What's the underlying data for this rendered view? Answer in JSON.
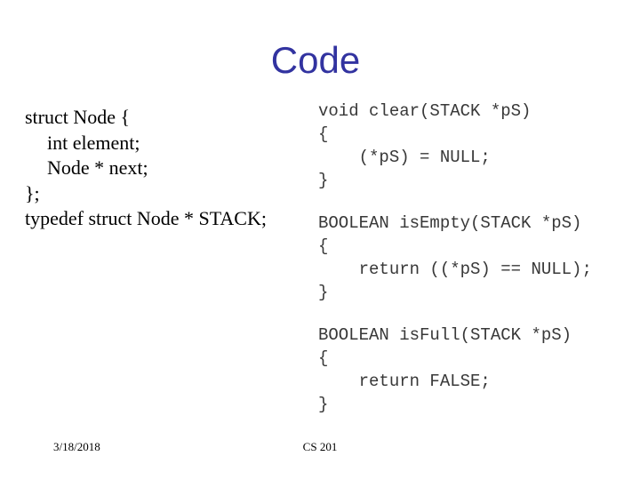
{
  "slide": {
    "title": "Code"
  },
  "colors": {
    "title": "#3233a0",
    "body_text": "#000000",
    "code_text": "#383838",
    "background": "#ffffff"
  },
  "left_code": {
    "lines": [
      "struct Node {",
      "int element;",
      "Node * next;",
      "};",
      "typedef struct Node * STACK;"
    ]
  },
  "right_code": {
    "blocks": [
      "void clear(STACK *pS)\n{\n    (*pS) = NULL;\n}",
      "BOOLEAN isEmpty(STACK *pS)\n{\n    return ((*pS) == NULL);\n}",
      "BOOLEAN isFull(STACK *pS)\n{\n    return FALSE;\n}"
    ]
  },
  "footer": {
    "date": "3/18/2018",
    "course": "CS 201"
  }
}
